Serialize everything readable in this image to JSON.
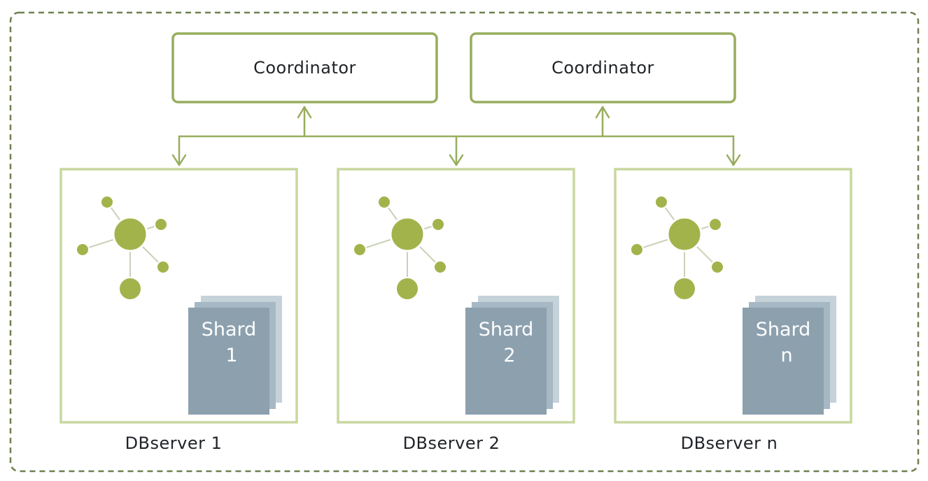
{
  "colors": {
    "cluster_border": "#6e8050",
    "coordinator_border": "#97ad5d",
    "arrow": "#97ad5d",
    "server_border": "#c8d79f",
    "node_fill": "#a3b34c",
    "edge": "#c9d2b8",
    "shard_front": "#8ca0ae",
    "shard_back1": "#a6b8c4",
    "shard_back2": "#c5d2da",
    "text": "#1f2328"
  },
  "coordinators": [
    {
      "label": "Coordinator"
    },
    {
      "label": "Coordinator"
    }
  ],
  "servers": [
    {
      "label": "DBserver 1",
      "shard_word": "Shard",
      "shard_id": "1"
    },
    {
      "label": "DBserver 2",
      "shard_word": "Shard",
      "shard_id": "2"
    },
    {
      "label": "DBserver n",
      "shard_word": "Shard",
      "shard_id": "n"
    }
  ],
  "icons": {
    "graph": "graph-network-icon",
    "shard": "document-stack-icon"
  }
}
